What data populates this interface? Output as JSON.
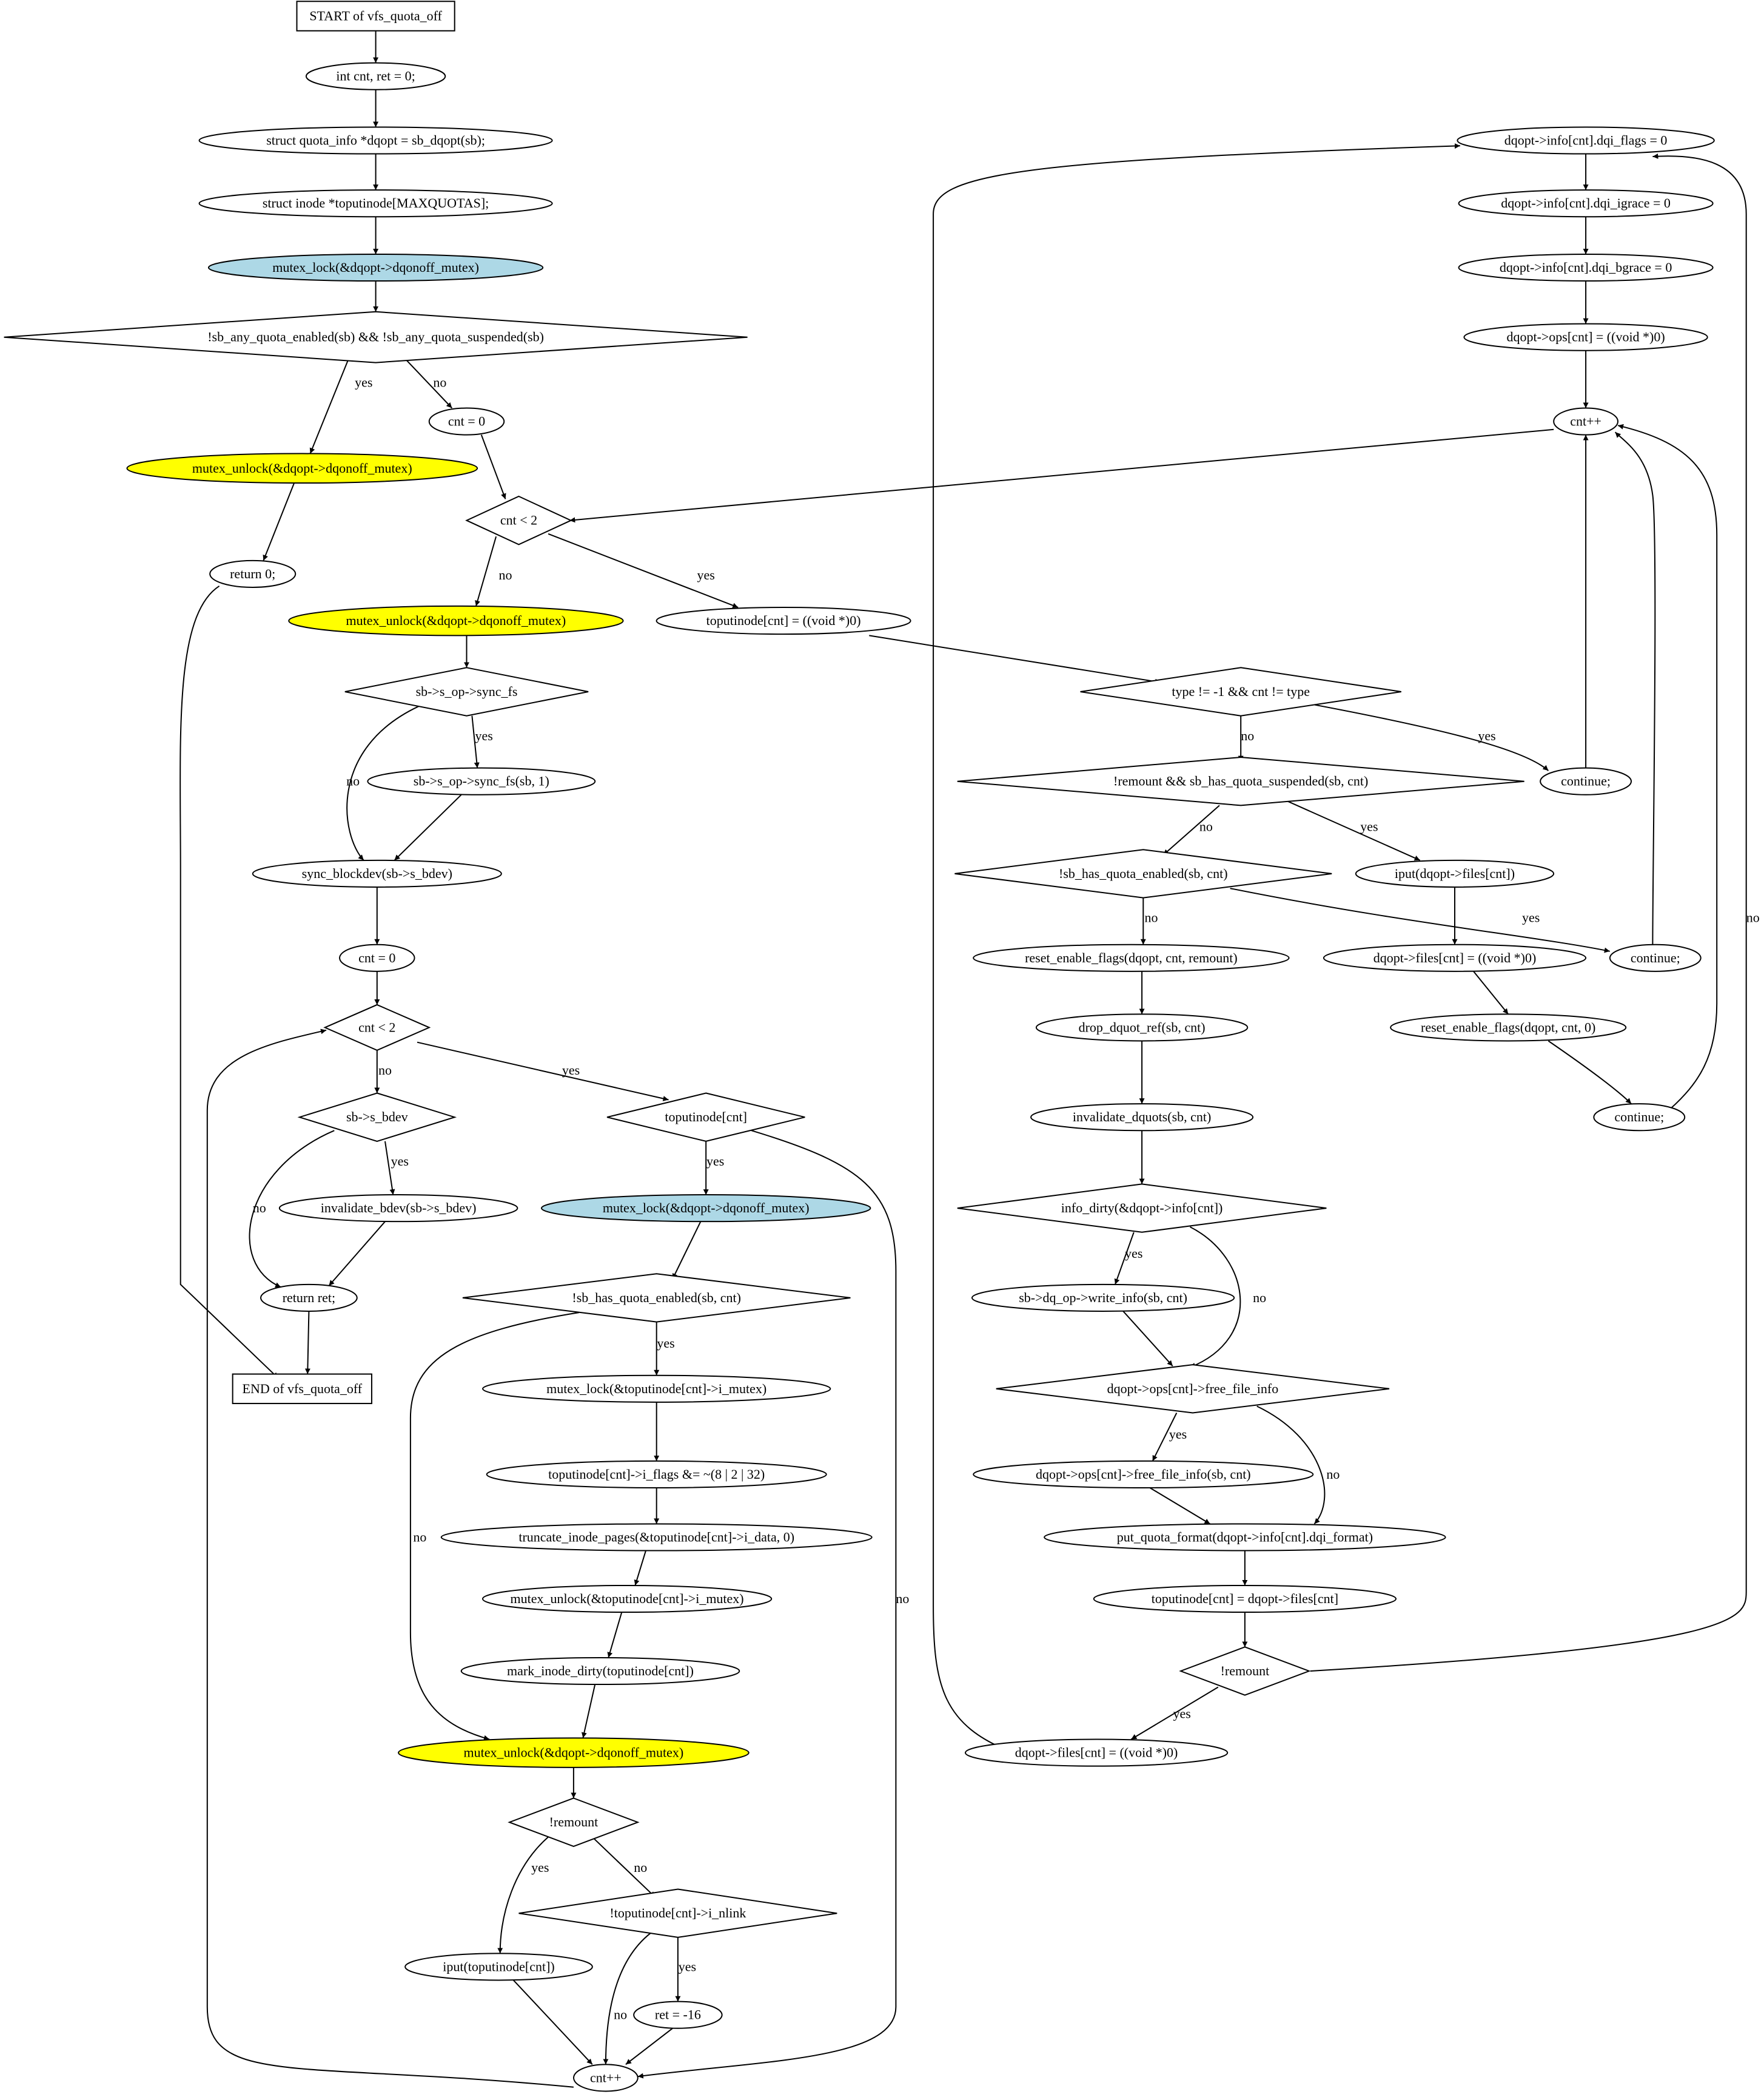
{
  "colors": {
    "stroke": "#000000",
    "plain_fill": "#ffffff",
    "lock_fill": "#add8e6",
    "unlock_fill": "#ffff00"
  },
  "nodes": {
    "start": "START of vfs_quota_off",
    "decl_cnt_ret": "int cnt, ret = 0;",
    "decl_dqopt": "struct quota_info *dqopt = sb_dqopt(sb);",
    "decl_toputinode": "struct inode *toputinode[MAXQUOTAS];",
    "lock_dqonoff_1": "mutex_lock(&dqopt->dqonoff_mutex)",
    "cond_any_enabled": "!sb_any_quota_enabled(sb) && !sb_any_quota_suspended(sb)",
    "unlock_dqonoff_early": "mutex_unlock(&dqopt->dqonoff_mutex)",
    "return_zero": "return 0;",
    "cnt_init_1": "cnt = 0",
    "cond_cnt_lt2_1": "cnt < 2",
    "unlock_dqonoff_2": "mutex_unlock(&dqopt->dqonoff_mutex)",
    "cond_sync_fs": "sb->s_op->sync_fs",
    "call_sync_fs": "sb->s_op->sync_fs(sb, 1)",
    "sync_blockdev": "sync_blockdev(sb->s_bdev)",
    "cnt_init_2": "cnt = 0",
    "cond_cnt_lt2_2": "cnt < 2",
    "cond_s_bdev": "sb->s_bdev",
    "invalidate_bdev": "invalidate_bdev(sb->s_bdev)",
    "return_ret": "return ret;",
    "end": "END of vfs_quota_off",
    "cond_toputinode_cnt": "toputinode[cnt]",
    "lock_dqonoff_2": "mutex_lock(&dqopt->dqonoff_mutex)",
    "cond_has_enabled": "!sb_has_quota_enabled(sb, cnt)",
    "lock_imutex": "mutex_lock(&toputinode[cnt]->i_mutex)",
    "clear_iflags": "toputinode[cnt]->i_flags &= ~(8 | 2 | 32)",
    "truncate_pages": "truncate_inode_pages(&toputinode[cnt]->i_data, 0)",
    "unlock_imutex": "mutex_unlock(&toputinode[cnt]->i_mutex)",
    "mark_dirty": "mark_inode_dirty(toputinode[cnt])",
    "unlock_dqonoff_3": "mutex_unlock(&dqopt->dqonoff_mutex)",
    "cond_remount_2": "!remount",
    "iput_toputinode": "iput(toputinode[cnt])",
    "cond_nlink": "!toputinode[cnt]->i_nlink",
    "ret_minus16": "ret = -16",
    "cnt_inc_2": "cnt++",
    "toputinode_null": "toputinode[cnt] = ((void *)0)",
    "cond_type": "type != -1 && cnt != type",
    "continue_a": "continue;",
    "cond_remount_suspended": "!remount && sb_has_quota_suspended(sb, cnt)",
    "cond_sb_has_enabled": "!sb_has_quota_enabled(sb, cnt)",
    "iput_files": "iput(dqopt->files[cnt])",
    "continue_b": "continue;",
    "reset_flags_remount": "reset_enable_flags(dqopt, cnt, remount)",
    "files_null_a": "dqopt->files[cnt] = ((void *)0)",
    "drop_dquot_ref": "drop_dquot_ref(sb, cnt)",
    "reset_flags_zero": "reset_enable_flags(dqopt, cnt, 0)",
    "invalidate_dquots": "invalidate_dquots(sb, cnt)",
    "continue_c": "continue;",
    "cond_info_dirty": "info_dirty(&dqopt->info[cnt])",
    "write_info": "sb->dq_op->write_info(sb, cnt)",
    "cond_free_file_info": "dqopt->ops[cnt]->free_file_info",
    "call_free_file_info": "dqopt->ops[cnt]->free_file_info(sb, cnt)",
    "put_quota_format": "put_quota_format(dqopt->info[cnt].dqi_format)",
    "toputinode_files": "toputinode[cnt] = dqopt->files[cnt]",
    "cond_remount_1": "!remount",
    "files_null_b": "dqopt->files[cnt] = ((void *)0)",
    "dqi_flags": "dqopt->info[cnt].dqi_flags = 0",
    "dqi_igrace": "dqopt->info[cnt].dqi_igrace = 0",
    "dqi_bgrace": "dqopt->info[cnt].dqi_bgrace = 0",
    "ops_null": "dqopt->ops[cnt] = ((void *)0)",
    "cnt_inc_1": "cnt++"
  },
  "edge_labels": {
    "yes": "yes",
    "no": "no"
  }
}
